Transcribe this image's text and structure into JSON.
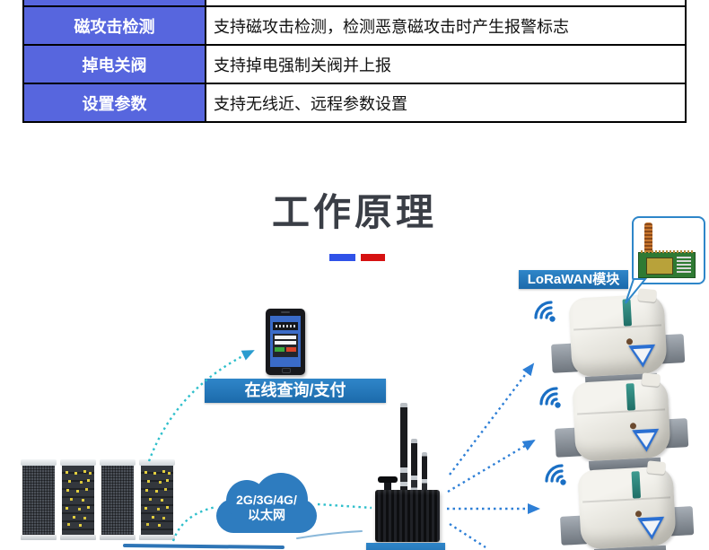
{
  "table": {
    "rows": [
      {
        "feature": "磁攻击检测",
        "description": "支持磁攻击检测，检测恶意磁攻击时产生报警标志"
      },
      {
        "feature": "掉电关阀",
        "description": "支持掉电强制关阀并上报"
      },
      {
        "feature": "设置参数",
        "description": "支持无线近、远程参数设置"
      }
    ]
  },
  "section": {
    "title": "工作原理"
  },
  "diagram": {
    "phone_label": "在线查询/支付",
    "cloud_label": {
      "line1": "2G/3G/4G/",
      "line2": "以太网"
    },
    "module_label": "LoRaWAN模块",
    "icons": [
      {
        "name": "wifi-signal-icon",
        "shape": "three-arcs-with-dot"
      },
      {
        "name": "network-cloud-icon",
        "shape": "css-cloud"
      },
      {
        "name": "arrow-head-icon",
        "shape": "solid-triangle"
      }
    ]
  },
  "colors": {
    "header_blue": "#5766DE",
    "bar_blue": "#2F52E8",
    "bar_red": "#D61111",
    "label_blue": "#2E86C9",
    "cloud_blue": "#2E7CBF",
    "dotted_teal": "#2FBFCB",
    "arrow_teal": "#2A9CCF",
    "dotted_blue": "#2E7FD6",
    "wifi_blue": "#1A6FC4"
  }
}
